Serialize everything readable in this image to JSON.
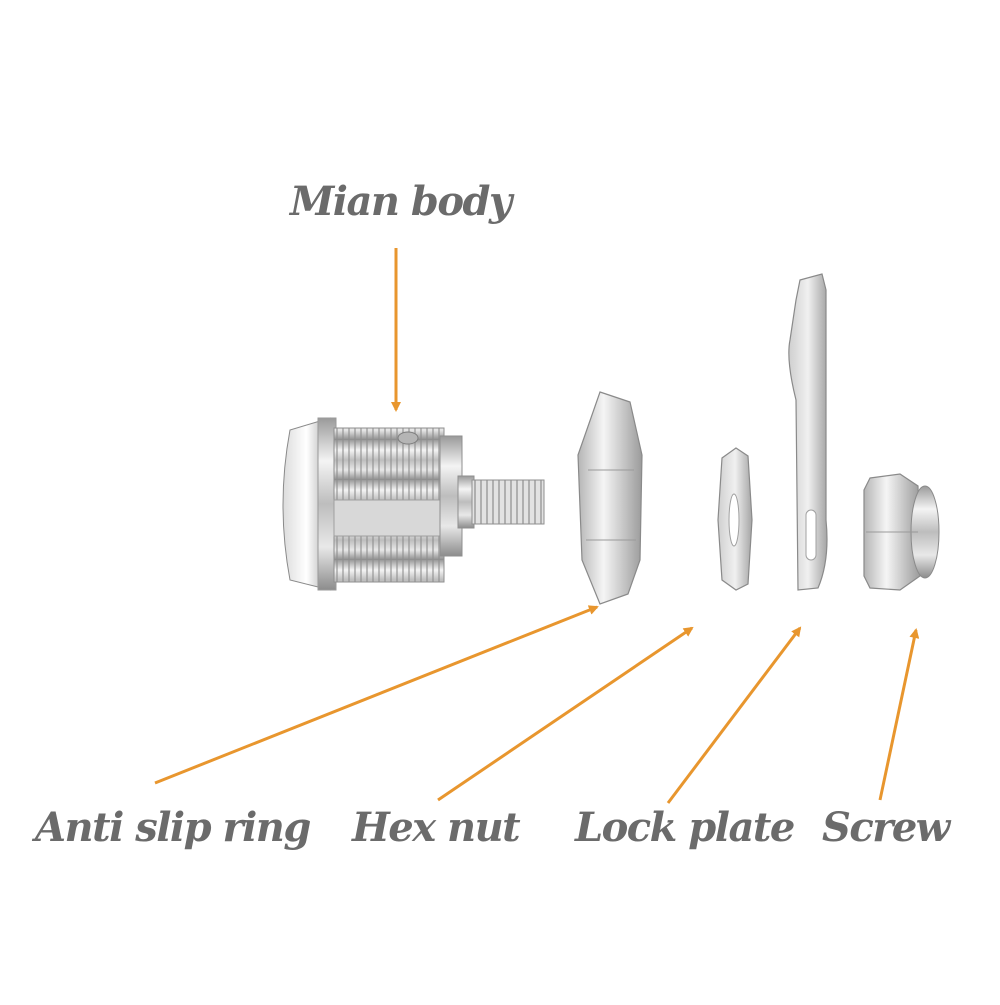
{
  "labels": {
    "main_body": "Mian body",
    "anti_slip_ring": "Anti slip ring",
    "hex_nut": "Hex nut",
    "lock_plate": "Lock plate",
    "screw": "Screw"
  },
  "colors": {
    "arrow": "#e8962e",
    "label_text": "#6b6b6b",
    "metal_light": "#f2f2f2",
    "metal_mid": "#c8c8c8",
    "metal_dark": "#8a8a8a"
  }
}
